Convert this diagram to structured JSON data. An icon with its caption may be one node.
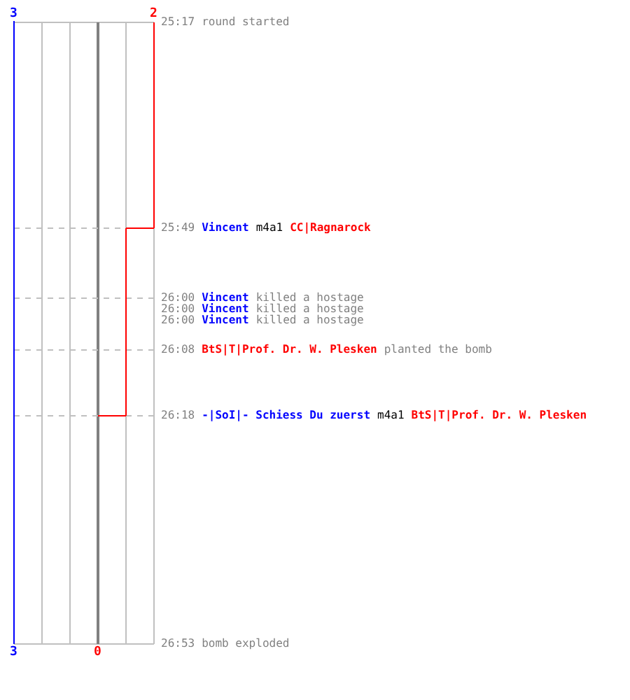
{
  "diagram": {
    "labels": [
      "3",
      "2",
      "25:17",
      "round started",
      "25:49",
      "Vincent",
      "m4a1",
      "CC|Ragnarock",
      "26:00",
      "Vincent",
      "killed a hostage",
      "26:00",
      "Vincent",
      "killed a hostage",
      "26:00",
      "Vincent",
      "killed a hostage",
      "26:08",
      "BtS|T|Prof. Dr. W. Plesken",
      "planted the bomb",
      "26:18",
      "-|SoI|- Schiess Du zuerst",
      "m4a1",
      "BtS|T|Prof. Dr. W. Plesken",
      "3",
      "0",
      "26:53",
      "bomb exploded"
    ]
  }
}
